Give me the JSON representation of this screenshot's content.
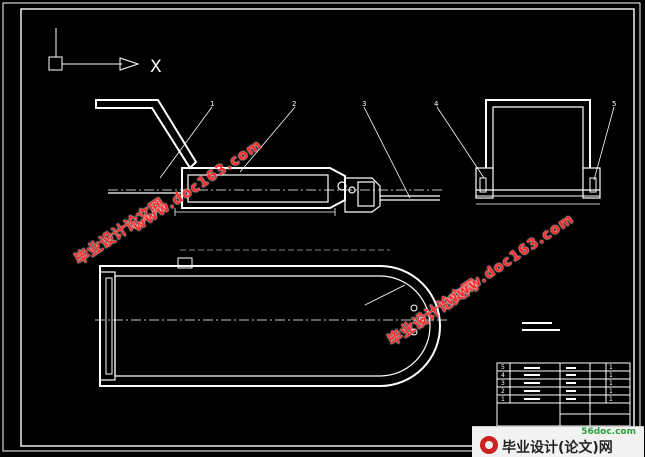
{
  "balloons": [
    "1",
    "2",
    "3",
    "4",
    "5"
  ],
  "view_marker": "X",
  "bom_rows": [
    "5",
    "4",
    "3",
    "2",
    "1"
  ],
  "bom_qty": [
    "1",
    "1",
    "1",
    "1",
    "1"
  ],
  "watermarks": {
    "cn": "毕业设计论文网",
    "url": "www.doc163.com"
  },
  "logo": {
    "domain": "56doc.com",
    "title": "毕业设计(论文)网"
  },
  "colors": {
    "background": "#000000",
    "line": "#ffffff",
    "watermark": "#ff2a2a"
  }
}
